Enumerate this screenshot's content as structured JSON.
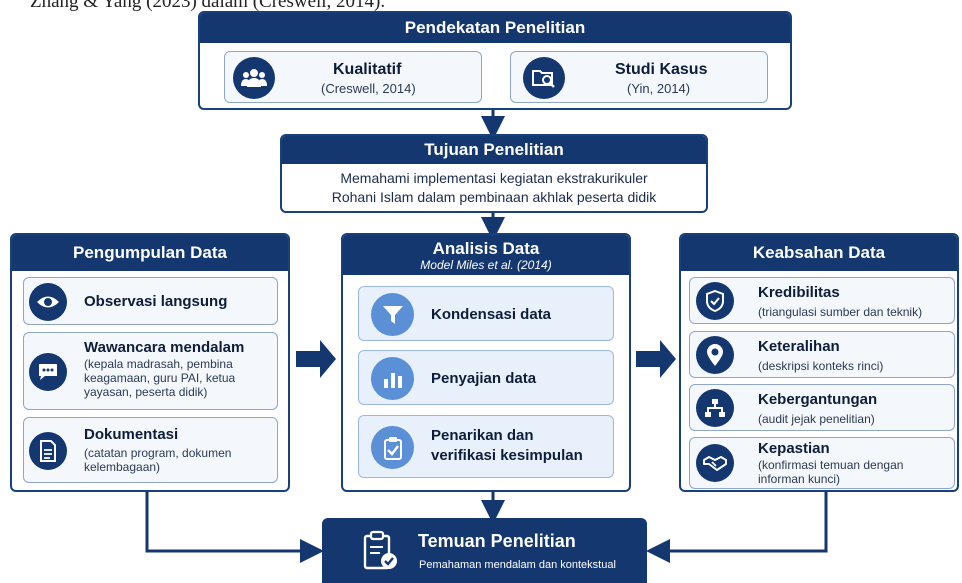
{
  "header_fragment": "Zhang & Yang (2023) dalam (Creswell, 2014).",
  "approach": {
    "title": "Pendekatan Penelitian",
    "items": [
      {
        "label": "Kualitatif",
        "cite": "(Creswell, 2014)",
        "icon": "users-icon"
      },
      {
        "label": "Studi Kasus",
        "cite": "(Yin, 2014)",
        "icon": "folder-search-icon"
      }
    ]
  },
  "objective": {
    "title": "Tujuan Penelitian",
    "line1": "Memahami implementasi kegiatan ekstrakurikuler",
    "line2": "Rohani Islam dalam pembinaan akhlak peserta didik"
  },
  "collection": {
    "title": "Pengumpulan Data",
    "items": [
      {
        "label": "Observasi langsung",
        "icon": "eye-icon"
      },
      {
        "label": "Wawancara mendalam",
        "desc": [
          "(kepala madrasah, pembina",
          "keagamaan, guru PAI, ketua",
          "yayasan, peserta didik)"
        ],
        "icon": "chat-icon"
      },
      {
        "label": "Dokumentasi",
        "desc": [
          "(catatan program, dokumen",
          "kelembagaan)"
        ],
        "icon": "document-icon"
      }
    ]
  },
  "analysis": {
    "title": "Analisis Data",
    "subtitle": "Model Miles et al. (2014)",
    "steps": [
      {
        "label": "Kondensasi data",
        "icon": "funnel-icon"
      },
      {
        "label": "Penyajian data",
        "icon": "bar-chart-icon"
      },
      {
        "label_line1": "Penarikan dan",
        "label_line2": "verifikasi kesimpulan",
        "icon": "clipboard-check-icon"
      }
    ]
  },
  "validity": {
    "title": "Keabsahan Data",
    "items": [
      {
        "label": "Kredibilitas",
        "desc": "(triangulasi sumber dan teknik)",
        "icon": "shield-check-icon"
      },
      {
        "label": "Keteralihan",
        "desc": "(deskripsi konteks rinci)",
        "icon": "location-pin-icon"
      },
      {
        "label": "Kebergantungan",
        "desc": "(audit jejak penelitian)",
        "icon": "hierarchy-icon"
      },
      {
        "label": "Kepastian",
        "desc1": "(konfirmasi temuan dengan",
        "desc2": "informan kunci)",
        "icon": "handshake-icon"
      }
    ]
  },
  "findings": {
    "title": "Temuan Penelitian",
    "subtitle": "Pemahaman mendalam dan kontekstual",
    "icon": "clipboard-check-icon"
  },
  "colors": {
    "navy": "#13376e",
    "accent": "#5b8fd6",
    "card": "#e8f0fb"
  }
}
